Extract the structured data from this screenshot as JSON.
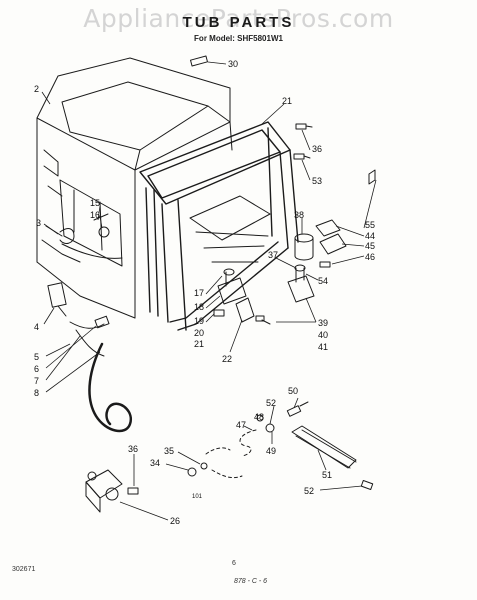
{
  "header": {
    "watermark": "AppliancePartsPros.com",
    "title": "TUB PARTS",
    "model_line": "For Model: SHF5801W1"
  },
  "footer": {
    "left_code": "302671",
    "page_number": "6",
    "bottom_code": "878 - C - 6"
  },
  "callouts": [
    {
      "id": "c2",
      "label": "2"
    },
    {
      "id": "c30",
      "label": "30"
    },
    {
      "id": "c21a",
      "label": "21"
    },
    {
      "id": "c36a",
      "label": "36"
    },
    {
      "id": "c53",
      "label": "53"
    },
    {
      "id": "c15",
      "label": "15"
    },
    {
      "id": "c16",
      "label": "16"
    },
    {
      "id": "c3",
      "label": "3"
    },
    {
      "id": "c38",
      "label": "38"
    },
    {
      "id": "c55",
      "label": "55"
    },
    {
      "id": "c44",
      "label": "44"
    },
    {
      "id": "c45",
      "label": "45"
    },
    {
      "id": "c46",
      "label": "46"
    },
    {
      "id": "c37",
      "label": "37"
    },
    {
      "id": "c54",
      "label": "54"
    },
    {
      "id": "c17",
      "label": "17"
    },
    {
      "id": "c18",
      "label": "18"
    },
    {
      "id": "c19",
      "label": "19"
    },
    {
      "id": "c20",
      "label": "20"
    },
    {
      "id": "c21b",
      "label": "21"
    },
    {
      "id": "c39",
      "label": "39"
    },
    {
      "id": "c40",
      "label": "40"
    },
    {
      "id": "c41",
      "label": "41"
    },
    {
      "id": "c4",
      "label": "4"
    },
    {
      "id": "c5",
      "label": "5"
    },
    {
      "id": "c6",
      "label": "6"
    },
    {
      "id": "c7",
      "label": "7"
    },
    {
      "id": "c8",
      "label": "8"
    },
    {
      "id": "c22",
      "label": "22"
    },
    {
      "id": "c50",
      "label": "50"
    },
    {
      "id": "c52a",
      "label": "52"
    },
    {
      "id": "c48",
      "label": "48"
    },
    {
      "id": "c47",
      "label": "47"
    },
    {
      "id": "c49",
      "label": "49"
    },
    {
      "id": "c51",
      "label": "51"
    },
    {
      "id": "c52b",
      "label": "52"
    },
    {
      "id": "c36b",
      "label": "36"
    },
    {
      "id": "c35",
      "label": "35"
    },
    {
      "id": "c34",
      "label": "34"
    },
    {
      "id": "c101",
      "label": "101"
    },
    {
      "id": "c26",
      "label": "26"
    }
  ]
}
